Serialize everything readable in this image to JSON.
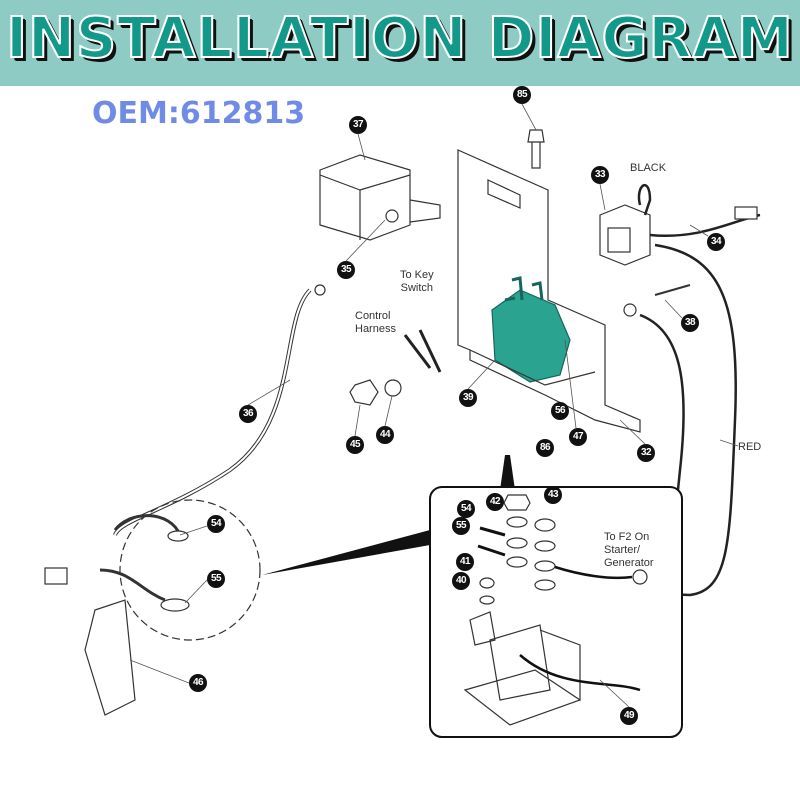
{
  "header": {
    "title": "INSTALLATION DIAGRAM",
    "oem": "OEM:612813"
  },
  "colors": {
    "banner": "#8ecbc4",
    "title": "#12998a",
    "oem": "#6f8be6",
    "solenoid": "#2aa391"
  },
  "labels": {
    "black": "BLACK",
    "to_key_switch": "To Key\nSwitch",
    "control_harness": "Control\nHarness",
    "red": "RED",
    "to_f2": "To F2 On\nStarter/\nGenerator"
  },
  "callouts": [
    "85",
    "37",
    "33",
    "34",
    "35",
    "38",
    "36",
    "39",
    "45",
    "44",
    "56",
    "47",
    "86",
    "32",
    "54",
    "55",
    "46",
    "42",
    "43",
    "54",
    "55",
    "41",
    "40",
    "49"
  ]
}
